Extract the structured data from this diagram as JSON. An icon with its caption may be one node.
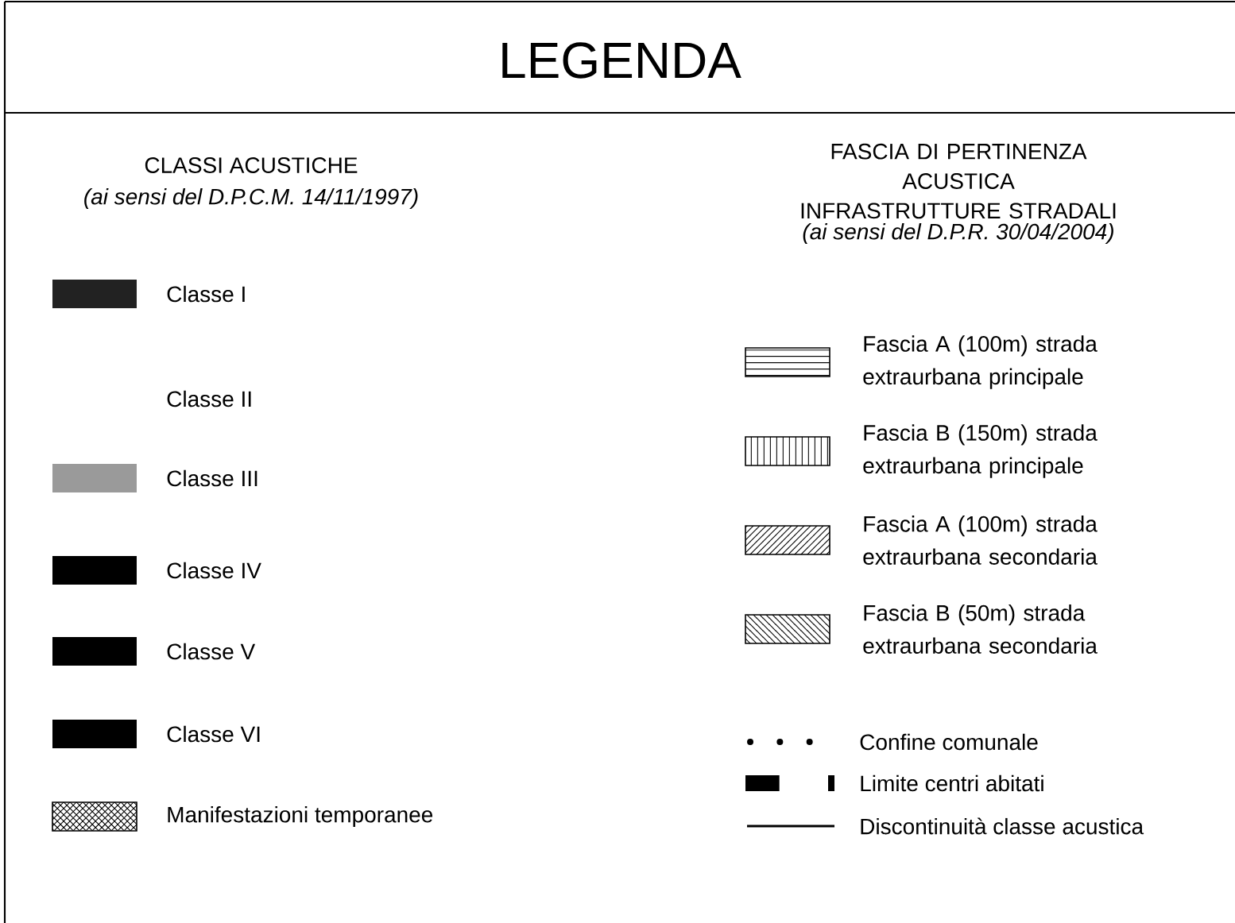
{
  "diagram": {
    "title": "LEGENDA",
    "labels": [
      "CLASSI ACUSTICHE",
      "(ai sensi del D.P.C.M. 14/11/1997)",
      "FASCIA DI PERTINENZA ACUSTICA INFRASTRUTTURE STRADALI",
      "(ai sensi del D.P.R. 30/04/2004)"
    ],
    "legend": [
      {
        "text": "Classe I",
        "color": "#222222"
      },
      {
        "text": "Classe II"
      },
      {
        "text": "Classe III",
        "color": "#9a9a9a"
      },
      {
        "text": "Classe IV",
        "color": "#000000"
      },
      {
        "text": "Classe V",
        "color": "#000000"
      },
      {
        "text": "Classe VI",
        "color": "#000000"
      },
      {
        "text": "Manifestazioni temporanee"
      },
      {
        "text": "Fascia A (100m) strada extraurbana principale"
      },
      {
        "text": "Fascia B (150m) strada extraurbana principale"
      },
      {
        "text": "Fascia A (100m) strada extraurbana secondaria"
      },
      {
        "text": "Fascia B (50m) strada extraurbana secondaria"
      },
      {
        "text": "Confine comunale"
      },
      {
        "text": "Limite centri abitati"
      },
      {
        "text": "Discontinuità classe acustica"
      }
    ]
  }
}
